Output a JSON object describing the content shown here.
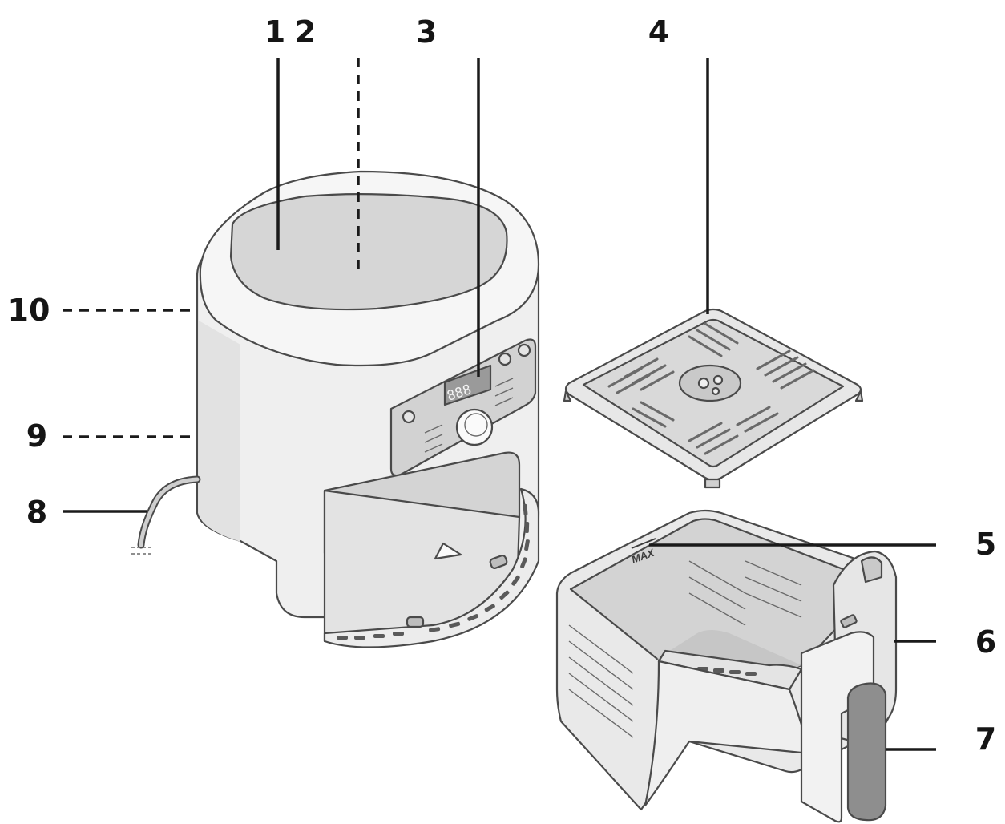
{
  "callouts": [
    {
      "id": "1",
      "label": "1"
    },
    {
      "id": "2",
      "label": "2"
    },
    {
      "id": "3",
      "label": "3"
    },
    {
      "id": "4",
      "label": "4"
    },
    {
      "id": "5",
      "label": "5"
    },
    {
      "id": "6",
      "label": "6"
    },
    {
      "id": "7",
      "label": "7"
    },
    {
      "id": "8",
      "label": "8"
    },
    {
      "id": "9",
      "label": "9"
    },
    {
      "id": "10",
      "label": "10"
    }
  ],
  "display_text": "888",
  "basket_marking": "MAX",
  "colors": {
    "ink": "#151515",
    "body": "#eeeeee",
    "shade": "#d9d9d9",
    "outline": "#4a4a4a"
  }
}
